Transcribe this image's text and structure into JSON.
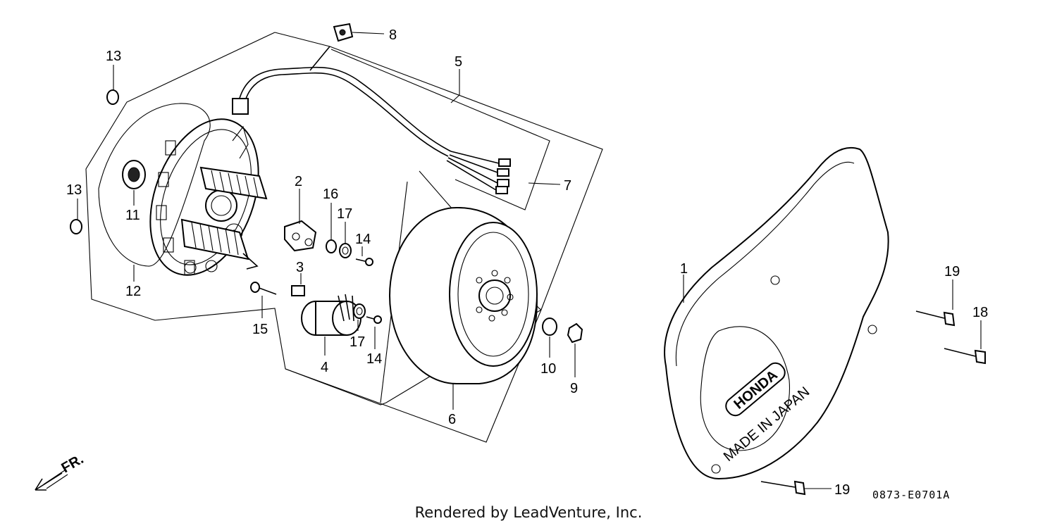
{
  "callouts": {
    "c1": "1",
    "c2": "2",
    "c3": "3",
    "c4": "4",
    "c5": "5",
    "c6": "6",
    "c7": "7",
    "c8": "8",
    "c9": "9",
    "c10": "10",
    "c11": "11",
    "c12": "12",
    "c13a": "13",
    "c13b": "13",
    "c14a": "14",
    "c14b": "14",
    "c15": "15",
    "c16": "16",
    "c17a": "17",
    "c17b": "17",
    "c18": "18",
    "c19a": "19",
    "c19b": "19"
  },
  "cover_logo": "HONDA",
  "cover_stamp": "MADE IN JAPAN",
  "front_marker": "FR.",
  "diagram_code": "0873-E0701A",
  "credit": "Rendered by LeadVenture, Inc."
}
